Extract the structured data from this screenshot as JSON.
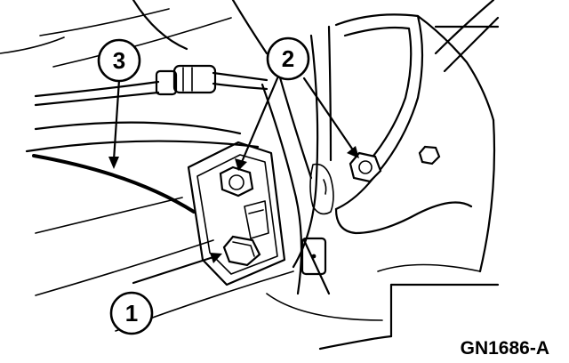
{
  "callouts": [
    {
      "id": "1",
      "label": "1"
    },
    {
      "id": "2",
      "label": "2"
    },
    {
      "id": "3",
      "label": "3"
    }
  ],
  "figure_id": "GN1686-A"
}
